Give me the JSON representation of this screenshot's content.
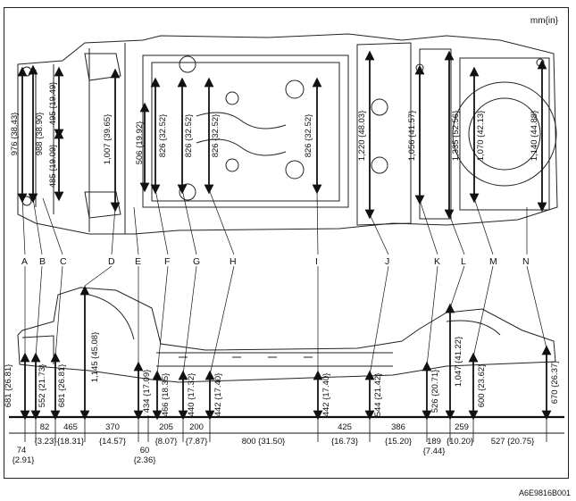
{
  "unit_note": "mm{in}",
  "figure_code": "A6E9816B001",
  "section_letters": [
    "A",
    "B",
    "C",
    "D",
    "E",
    "F",
    "G",
    "H",
    "I",
    "J",
    "K",
    "L",
    "M",
    "N"
  ],
  "top_vertical_dims": [
    {
      "value": "976 {38.43}"
    },
    {
      "value": "988 {38.90}"
    },
    {
      "value": "495 {19.49}"
    },
    {
      "value": "485 {19.09}"
    },
    {
      "value": "1,007 {39.65}"
    },
    {
      "value": "506 {19.92}"
    },
    {
      "value": "826 {32.52}"
    },
    {
      "value": "826 {32.52}"
    },
    {
      "value": "826 {32.52}"
    },
    {
      "value": "826 {32.52}"
    },
    {
      "value": "1,220 {48.03}"
    },
    {
      "value": "1,056 {41.57}"
    },
    {
      "value": "1,335 {52.56}"
    },
    {
      "value": "1,070 {42.13}"
    },
    {
      "value": "1,140 {44.88}"
    }
  ],
  "side_vertical_dims": [
    {
      "value": "681 {26.81}"
    },
    {
      "value": "552 {21.73}"
    },
    {
      "value": "681 {26.81}"
    },
    {
      "value": "1,145 {45.08}"
    },
    {
      "value": "434 {17.09}"
    },
    {
      "value": "466 {18.35}"
    },
    {
      "value": "440 {17.32}"
    },
    {
      "value": "442 {17.40}"
    },
    {
      "value": "442 {17.40}"
    },
    {
      "value": "544 {21.42}"
    },
    {
      "value": "526 {20.71}"
    },
    {
      "value": "1,047 {41.22}"
    },
    {
      "value": "600 {23.62}"
    },
    {
      "value": "670 {26.37}"
    }
  ],
  "horizontal_dims_top": [
    {
      "value": "82"
    },
    {
      "value": "465"
    },
    {
      "value": "370"
    },
    {
      "value": "205"
    },
    {
      "value": "200"
    },
    {
      "value": "800 {31.50}"
    },
    {
      "value": "425"
    },
    {
      "value": "386"
    },
    {
      "value": "259"
    }
  ],
  "horizontal_dims_sub": [
    {
      "value": "{3.23}"
    },
    {
      "value": "{18.31}"
    },
    {
      "value": "{14.57}"
    },
    {
      "value": "{8.07}"
    },
    {
      "value": "{7.87}"
    },
    {
      "value": "{16.73}"
    },
    {
      "value": "{15.20}"
    },
    {
      "value": "{10.20}"
    }
  ],
  "horizontal_dims_bottom": [
    {
      "value": "74"
    },
    {
      "value": "{2.91}"
    },
    {
      "value": "60"
    },
    {
      "value": "{2.36}"
    },
    {
      "value": "189"
    },
    {
      "value": "{7.44}"
    },
    {
      "value": "527 {20.75}"
    }
  ]
}
